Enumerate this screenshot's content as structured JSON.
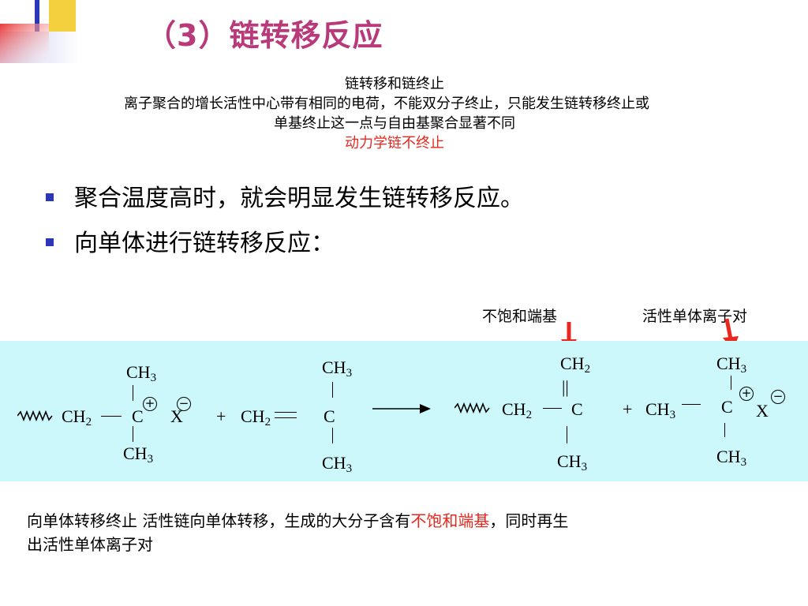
{
  "title": "（3）链转移反应",
  "header": {
    "line1": "链转移和链终止",
    "line2": "离子聚合的增长活性中心带有相同的电荷，不能双分子终止，只能发生链转移终止或",
    "line3": "单基终止这一点与自由基聚合显著不同",
    "line4": "动力学链不终止"
  },
  "bullets": [
    "聚合温度高时，就会明显发生链转移反应。",
    "向单体进行链转移反应："
  ],
  "labels": {
    "unsaturated": "不饱和端基",
    "ion_pair": "活性单体离子对"
  },
  "chem": {
    "ch2": "CH",
    "ch3": "CH",
    "c": "C",
    "x": "X",
    "plus": "+",
    "sub2": "2",
    "sub3": "3",
    "pos": "+",
    "neg": "−",
    "double_bond": "||"
  },
  "bottom": {
    "part1": "向单体转移终止 活性链向单体转移，生成的大分子含有",
    "part2_red": "不饱和端基",
    "part3": "，同时再生",
    "part4": "出",
    "part5": "活性单体离子对"
  },
  "colors": {
    "title": "#b83a7a",
    "red": "#e8281e",
    "bullet": "#2b36b8",
    "chem_bg": "#ccf8fc",
    "deco_yellow": "#f4d03f",
    "deco_red": "#e83a3a"
  }
}
